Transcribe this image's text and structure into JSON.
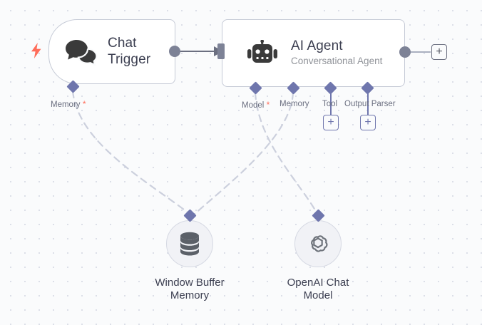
{
  "app": {
    "name": "workflow-canvas",
    "background": "#fafbfc",
    "grid_dot_color": "#dcdfe8"
  },
  "colors": {
    "accent_purple": "#6f76ad",
    "trigger_bolt": "#ff6d5a",
    "required_star": "#ff6d5a",
    "node_border": "#c5cad6",
    "port_gray": "#7d8296",
    "title_text": "#3c3f51",
    "subtitle_text": "#909399",
    "connection_dashed": "#ccd0dd"
  },
  "nodes": {
    "chat_trigger": {
      "title": "Chat Trigger",
      "title_line1": "Chat",
      "title_line2": "Trigger",
      "icon": "chat-bubbles-icon",
      "is_trigger": true,
      "bolt_icon": "lightning-bolt-icon",
      "sub_ports": [
        {
          "label": "Memory",
          "required": true
        }
      ]
    },
    "ai_agent": {
      "title": "AI Agent",
      "subtitle": "Conversational Agent",
      "icon": "robot-icon",
      "sub_ports": [
        {
          "label": "Model",
          "required": true,
          "has_plus": false
        },
        {
          "label": "Memory",
          "required": false,
          "has_plus": false
        },
        {
          "label": "Tool",
          "required": false,
          "has_plus": true
        },
        {
          "label": "Output Parser",
          "required": false,
          "has_plus": true
        }
      ]
    },
    "window_buffer_memory": {
      "title_line1": "Window Buffer",
      "title_line2": "Memory",
      "title": "Window Buffer Memory",
      "icon": "database-icon"
    },
    "openai_chat_model": {
      "title_line1": "OpenAI Chat",
      "title_line2": "Model",
      "title": "OpenAI Chat Model",
      "icon": "openai-logo-icon"
    }
  },
  "buttons": {
    "add_after_agent": "+",
    "add_tool": "+",
    "add_output_parser": "+"
  }
}
